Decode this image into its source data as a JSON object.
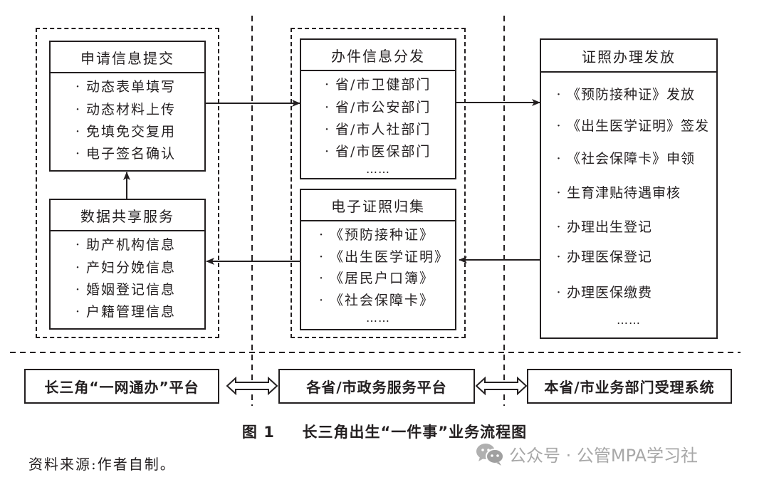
{
  "diagram": {
    "apply_submit": {
      "title": "申请信息提交",
      "items": [
        "动态表单填写",
        "动态材料上传",
        "免填免交复用",
        "电子签名确认"
      ]
    },
    "data_sharing": {
      "title": "数据共享服务",
      "items": [
        "助产机构信息",
        "产妇分娩信息",
        "婚姻登记信息",
        "户籍管理信息"
      ]
    },
    "dispatch": {
      "title": "办件信息分发",
      "items": [
        "省/市卫健部门",
        "省/市公安部门",
        "省/市人社部门",
        "省/市医保部门"
      ],
      "ellipsis": "……"
    },
    "e_license": {
      "title": "电子证照归集",
      "items": [
        "《预防接种证》",
        "《出生医学证明》",
        "《居民户口簿》",
        "《社会保障卡》"
      ],
      "ellipsis": "……"
    },
    "issuance": {
      "title": "证照办理发放",
      "items": [
        "《预防接种证》发放",
        "《出生医学证明》签发",
        "《社会保障卡》申领",
        "生育津贴待遇审核",
        "办理出生登记",
        "办理医保登记",
        "办理医保缴费"
      ],
      "ellipsis": "……"
    },
    "bullet": "·",
    "platforms": [
      "长三角“一网通办”平台",
      "各省/市政务服务平台",
      "本省/市业务部门受理系统"
    ]
  },
  "caption": {
    "label": "图 1",
    "title": "长三角出生“一件事”业务流程图"
  },
  "source_note": "资料来源:作者自制。",
  "watermark": {
    "icon": "wechat-icon",
    "text": "公众号 · 公管MPA学习社"
  }
}
